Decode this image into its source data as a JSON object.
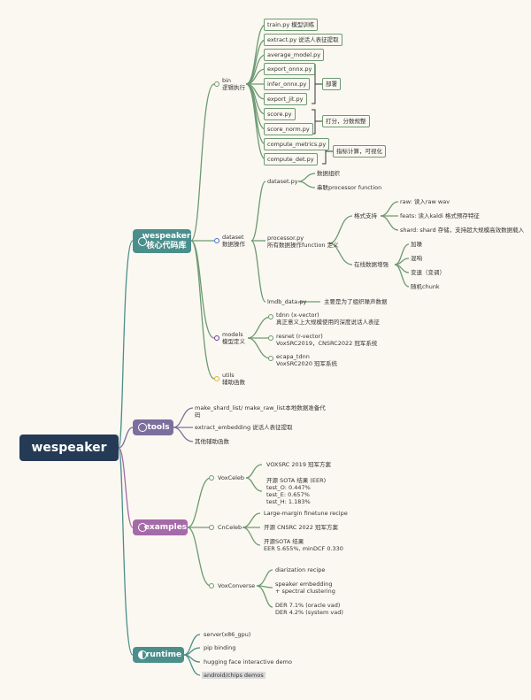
{
  "colors": {
    "root": "#253a54",
    "core": "#4b8f8c",
    "tools": "#7c6f9e",
    "examples": "#a56aa8",
    "runtime": "#4b8f8c",
    "branch_green": "#6c9a72"
  },
  "root": {
    "label": "wespeaker"
  },
  "core": {
    "label_line1": "wespeaker",
    "label_line2": "核心代码库",
    "bin": {
      "name": "bin",
      "desc": "逻辑执行",
      "files": [
        "train.py 模型训练",
        "extract.py 说话人表征提取",
        "average_model.py",
        "export_onnx.py",
        "infer_onnx.py",
        "export_jit.py",
        "score.py",
        "score_norm.py",
        "compute_metrics.py",
        "compute_det.py"
      ],
      "group_deploy": "部署",
      "group_score": "打分，分数规整",
      "group_metrics": "指标计算，可视化"
    },
    "dataset": {
      "name": "dataset",
      "desc": "数据操作",
      "dataset_py": "dataset.py",
      "dataset_notes": [
        "数据组织",
        "串联processor function"
      ],
      "processor": "processor.py",
      "processor_desc": "所有数据操作function 定义",
      "format": "格式支持",
      "format_items": [
        "raw: 读入raw wav",
        "feats: 读入kaldi 格式预存特征",
        "shard: shard 存储，支持超大规模高效数据载入"
      ],
      "aug": "在线数据增强",
      "aug_items": [
        "加噪",
        "混响",
        "变速（变调）",
        "随机chunk"
      ],
      "lmdb": "lmdb_data.py",
      "lmdb_note": "主要是为了组织噪声数据"
    },
    "models": {
      "name": "models",
      "desc": "模型定义",
      "items": [
        {
          "l1": "tdnn (x-vector)",
          "l2": "真正意义上大规模使用的深度说话人表征"
        },
        {
          "l1": "resnet (r-vector)",
          "l2": "VoxSRC2019，CNSRC2022 冠军系统"
        },
        {
          "l1": "ecapa_tdnn",
          "l2": "VoxSRC2020 冠军系统"
        }
      ]
    },
    "utils": {
      "name": "utils",
      "desc": "辅助函数"
    }
  },
  "tools": {
    "label": "tools",
    "items": [
      "make_shard_list/ make_raw_list本地数据准备代",
      "码",
      "extract_embedding 说话人表征提取",
      "其他辅助函数"
    ]
  },
  "examples": {
    "label": "examples",
    "voxceleb": {
      "name": "VoxCeleb",
      "lines": [
        "VOXSRC 2019 冠军方案",
        "开源 SOTA 结果 (EER)",
        "test_O: 0.447%",
        "test_E: 0.657%",
        "test_H: 1.183%"
      ]
    },
    "cnceleb": {
      "name": "CnCeleb",
      "lines": [
        "Large-margin finetune recipe",
        "开源 CNSRC 2022 冠军方案",
        "开源SOTA 结果",
        "EER 5.655%, minDCF 0.330"
      ]
    },
    "voxconverse": {
      "name": "VoxConverse",
      "lines": [
        "diarization recipe",
        "speaker embedding",
        "+ spectral clustering",
        "DER 7.1% (oracle vad)",
        "DER 4.2% (system vad)"
      ]
    }
  },
  "runtime": {
    "label": "runtime",
    "items": [
      "server(x86_gpu)",
      "pip binding",
      "hugging face interactive demo",
      "android/chips demos"
    ]
  }
}
